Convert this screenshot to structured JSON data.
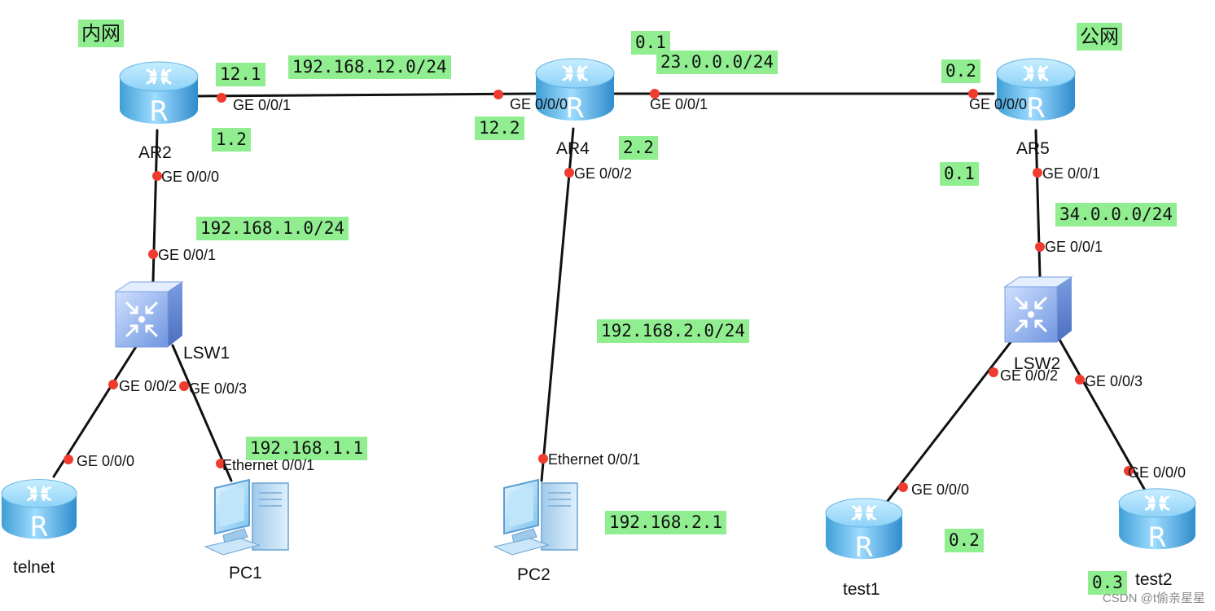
{
  "zones": {
    "inner": "内网",
    "public": "公网"
  },
  "devices": {
    "ar2": "AR2",
    "ar4": "AR4",
    "ar5": "AR5",
    "lsw1": "LSW1",
    "lsw2": "LSW2",
    "telnet": "telnet",
    "pc1": "PC1",
    "pc2": "PC2",
    "test1": "test1",
    "test2": "test2"
  },
  "networks": {
    "n12": "192.168.12.0/24",
    "n23": "23.0.0.0/24",
    "n1": "192.168.1.0/24",
    "n2": "192.168.2.0/24",
    "n34": "34.0.0.0/24"
  },
  "addresses": {
    "ar2_g1": "12.1",
    "ar2_g0": "1.2",
    "ar4_g0": "12.2",
    "ar4_g1": "0.1",
    "ar4_g2": "2.2",
    "ar5_g0": "0.2",
    "ar5_g1": "0.1",
    "pc1": "192.168.1.1",
    "pc2": "192.168.2.1",
    "test1": "0.2",
    "test2": "0.3"
  },
  "ports": {
    "ar2_g1": "GE 0/0/1",
    "ar2_g0": "GE 0/0/0",
    "lsw1_g1": "GE 0/0/1",
    "lsw1_g2": "GE 0/0/2",
    "lsw1_g3": "GE 0/0/3",
    "telnet_g0": "GE 0/0/0",
    "pc1_eth": "Ethernet 0/0/1",
    "ar4_g0": "GE 0/0/0",
    "ar4_g1": "GE 0/0/1",
    "ar4_g2": "GE 0/0/2",
    "pc2_eth": "Ethernet 0/0/1",
    "ar5_g0": "GE 0/0/0",
    "ar5_g1": "GE 0/0/1",
    "lsw2_g1": "GE 0/0/1",
    "lsw2_g2": "GE 0/0/2",
    "lsw2_g3": "GE 0/0/3",
    "test1_g0": "GE 0/0/0",
    "test2_g0": "GE 0/0/0"
  },
  "watermark": "CSDN @t偷亲星星"
}
